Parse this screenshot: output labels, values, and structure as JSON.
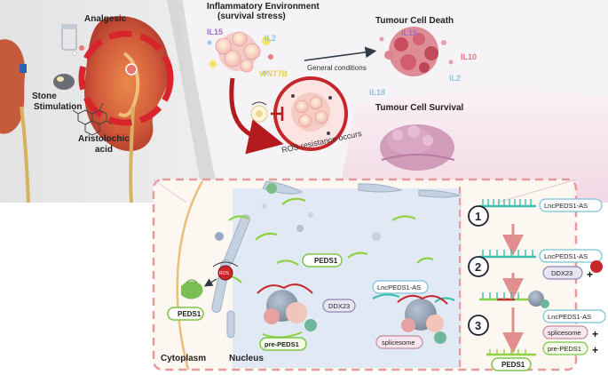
{
  "top_left": {
    "analgesic": "Analgesic",
    "stone_line1": "Stone",
    "stone_line2": "Stimulation",
    "aristolochic_line1": "Aristolochic",
    "aristolochic_line2": "acid"
  },
  "environment": {
    "title_line1": "Inflammatory Environment",
    "title_line2": "(survival stress)",
    "cytokines": {
      "il15_left": "IL15",
      "il2_left": "IL2",
      "wnt7b": "WNT7B",
      "il15_right": "IL15",
      "il10": "IL10",
      "il2_right": "IL2",
      "il18": "IL18"
    },
    "general_conditions": "General conditions",
    "tumour_death": "Tumour Cell Death",
    "tumour_survival": "Tumour Cell Survival",
    "ros_resistance": "ROS resistance occurs"
  },
  "cell_panel": {
    "cytoplasm": "Cytoplasm",
    "nucleus": "Nucleus",
    "ros": "ROS",
    "peds1_cyto": "PEDS1",
    "peds1_nuc": "PEDS1",
    "ddx23": "DDX23",
    "lnc": "LncPEDS1-AS",
    "pre_peds1": "pre-PEDS1",
    "spliceosome": "splicesome"
  },
  "steps": {
    "step1_num": "1",
    "step2_num": "2",
    "step3_num": "3",
    "step1_lnc": "LncPEDS1-AS",
    "step2_lnc": "LncPEDS1-AS",
    "step2_ddx23": "DDX23",
    "step2_plus": "+",
    "step3_lnc": "LncPEDS1-AS",
    "step3_spliceosome": "splicesome",
    "step3_plus1": "+",
    "step3_pre": "pre-PEDS1",
    "step3_plus2": "+",
    "result": "PEDS1"
  },
  "colors": {
    "kidney_red": "#d7262b",
    "dark_red": "#b31b1e",
    "rna_teal": "#3cbfae",
    "rna_green": "#8fd13f",
    "dashed_border": "#e79a9a",
    "nucleus_fill": "#dfe8f3",
    "cyto_fill": "#f7f1e8",
    "label_green": "#7ec54a",
    "label_teal": "#78c4d6",
    "label_purple": "#8b87b8",
    "label_pink": "#c68aa0"
  }
}
